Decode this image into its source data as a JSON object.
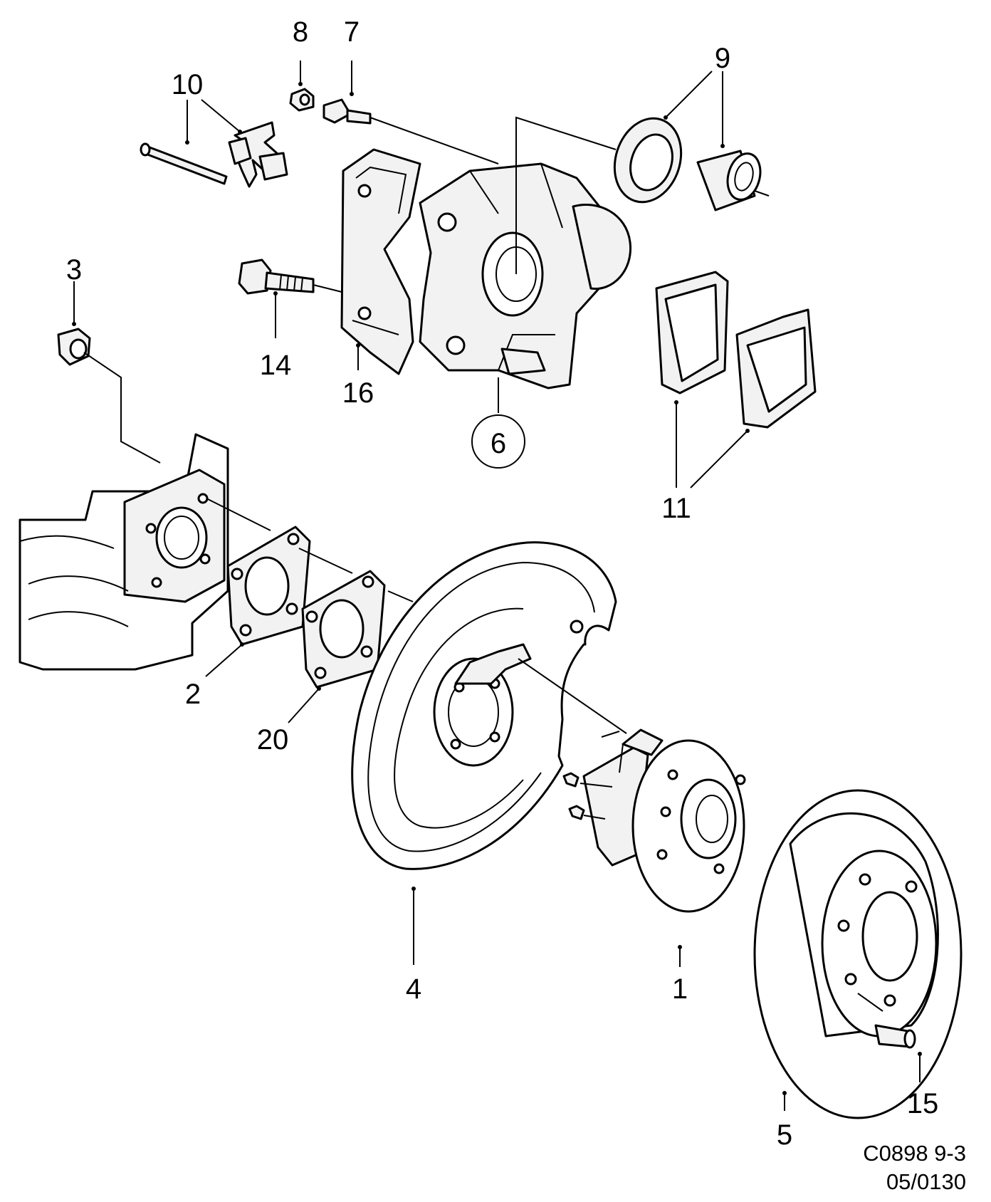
{
  "labels": {
    "p1": "1",
    "p2": "2",
    "p3": "3",
    "p4": "4",
    "p5": "5",
    "p6": "6",
    "p7": "7",
    "p8": "8",
    "p9": "9",
    "p10": "10",
    "p11": "11",
    "p14": "14",
    "p15": "15",
    "p16": "16",
    "p20": "20"
  },
  "footer": {
    "code_line1": "C0898 9-3",
    "code_line2": "05/0130"
  }
}
